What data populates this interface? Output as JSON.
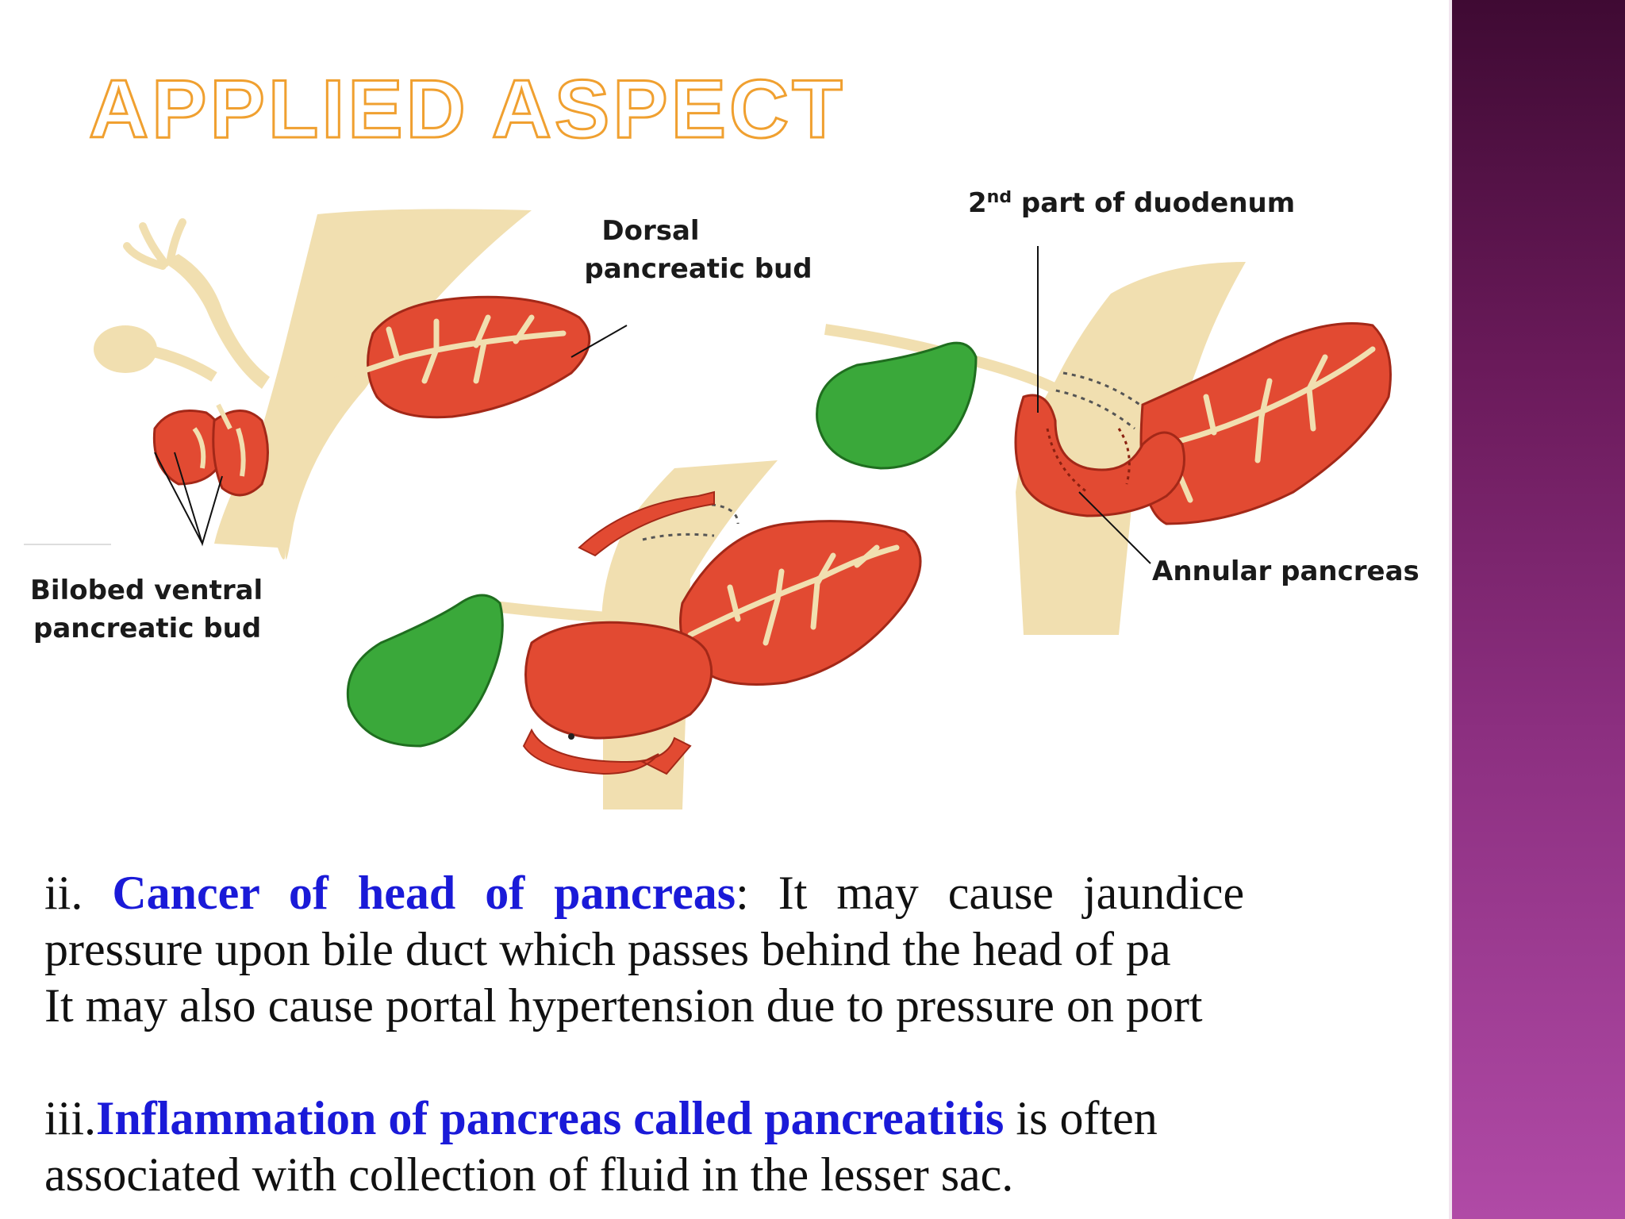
{
  "slide": {
    "title": "APPLIED ASPECT",
    "colors": {
      "title_outline": "#f0a030",
      "highlight": "#1a1ad8",
      "band_top": "#3f0a33",
      "band_bottom": "#b04aa6"
    }
  },
  "diagram": {
    "labels": {
      "dorsal_line1": "Dorsal",
      "dorsal_line2": "pancreatic bud",
      "ventral_line1": "Bilobed ventral",
      "ventral_line2": "pancreatic bud",
      "duodenum_num": "2",
      "duodenum_sup": "nd",
      "duodenum_rest": " part of duodenum",
      "annular": "Annular pancreas"
    },
    "colors": {
      "duct": "#f1dfb0",
      "pancreas": "#e24a32",
      "gallbladder": "#3aa83a"
    }
  },
  "text": {
    "p2": {
      "lead": "ii. ",
      "highlight": "Cancer of head of pancreas",
      "rest": ": It may cause jaundice",
      "line2": "pressure upon bile duct which passes behind the head of pa",
      "line3": "It may also cause portal hypertension due to pressure on port"
    },
    "p3": {
      "lead": "iii.",
      "highlight": "Inflammation of pancreas called pancreatitis",
      "rest": " is often",
      "line2": "associated with collection of fluid in the lesser sac."
    }
  }
}
